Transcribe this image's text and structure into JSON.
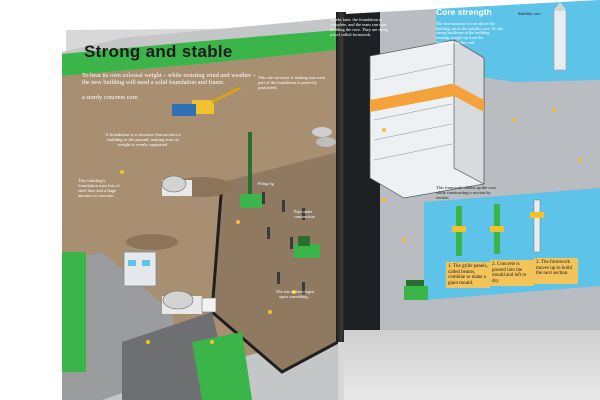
{
  "left_page": {
    "title": "Strong and stable",
    "intro": "To bear its own colossal weight – while resisting wind and weather – the new building will need a solid foundation and frame.",
    "intro_tail": "a sturdy concrete core.",
    "foundation_note": "A foundation is a structure that anchors a building to the ground, making sure its weight is evenly supported.",
    "core_note": "This building's foundation uses lots of steel bars and a huge amount of concrete.",
    "surveyor_note": "This site surveyor is making sure each part of the foundation is perfectly positioned.",
    "rig_label": "Piling rig",
    "pipe_note": "Pipe under construction",
    "archaeologist_note": "The site archaeologist spots something..."
  },
  "right_page": {
    "weeks_note": "Weeks later, the foundation is complete, and the team can start building the core. They are using a tool called formwork.",
    "core_title": "Core strength",
    "core_text": "The first structure to rise above the building site is the stability core. It's the strong backbone of the building, running straight up from the foundations to the roof.",
    "tower_label": "Stability core",
    "formwork_note": "This formwork climbs up the core while constructing a section by section.",
    "steps": [
      {
        "number": "1.",
        "text": "The grille panels, called beams, combine to make a giant mould."
      },
      {
        "number": "2.",
        "text": "Concrete is poured into the mould and left to dry."
      },
      {
        "number": "3.",
        "text": "The formwork moves up to build the next section."
      }
    ]
  },
  "colors": {
    "page_gray": "#c9c9c9",
    "dirt": "#a88f72",
    "grass": "#3bb44a",
    "sky": "#5ec3e8",
    "core_gray": "#b9bdc2",
    "night_panel": "#1e2124"
  }
}
